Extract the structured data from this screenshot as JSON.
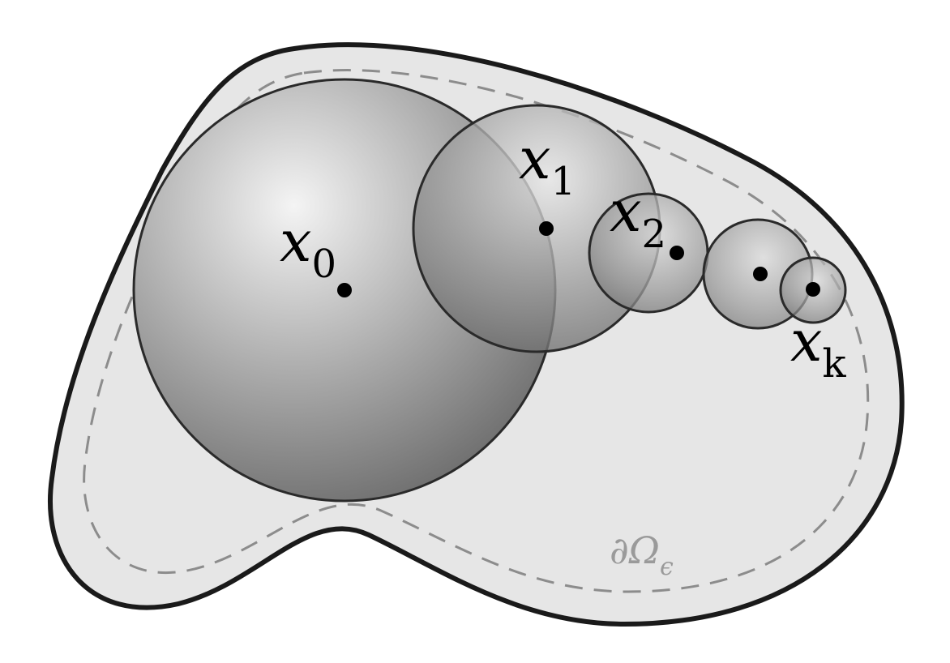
{
  "points": [
    {
      "var": "x",
      "sub": "0"
    },
    {
      "var": "x",
      "sub": "1"
    },
    {
      "var": "x",
      "sub": "2"
    },
    {
      "var": "",
      "sub": ""
    },
    {
      "var": "x",
      "sub": "k"
    }
  ],
  "boundary_label": {
    "symbol": "∂Ω",
    "sub": "ϵ"
  },
  "colors": {
    "domain_fill": "#e6e6e6",
    "domain_stroke": "#1a1a1a",
    "inner_boundary": "#8c8c8c",
    "ball_light": "#f2f2f2",
    "ball_dark": "#6a6a6a",
    "point": "#000000"
  }
}
